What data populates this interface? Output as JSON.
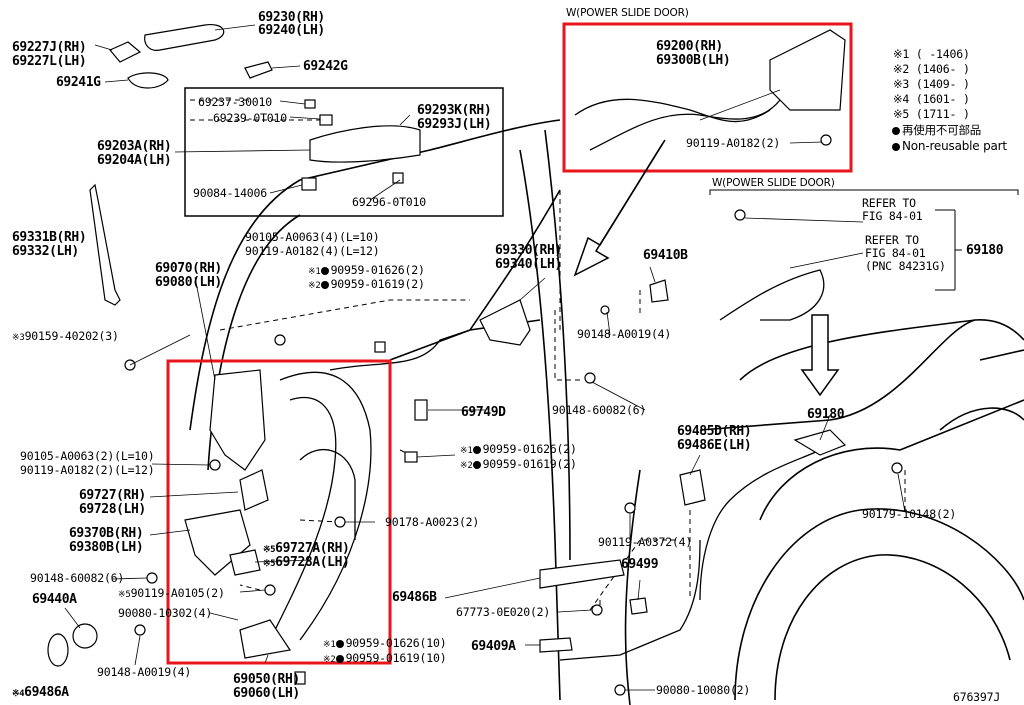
{
  "power_door_header_top": "W(POWER SLIDE DOOR)",
  "power_door_header_right": "W(POWER SLIDE DOOR)",
  "legend": {
    "periods": [
      "※1 (  -1406)",
      "※2 (1406-  )",
      "※3 (1409-  )",
      "※4 (1601-  )",
      "※5 (1711-  )"
    ],
    "jp": "再使用不可部品",
    "en": "Non-reusable part"
  },
  "refer1": [
    "REFER TO",
    "FIG 84-01"
  ],
  "refer2": [
    "REFER TO",
    "FIG 84-01",
    "(PNC 84231G)"
  ],
  "figure_id": "676397J",
  "labels": {
    "p69230": [
      "69230(RH)",
      "69240(LH)"
    ],
    "p69227": [
      "69227J(RH)",
      "69227L(LH)"
    ],
    "p69242": "69242G",
    "p69241": "69241G",
    "p69237": "69237-30010",
    "p69239": "69239-0T010",
    "p69293": [
      "69293K(RH)",
      "69293J(LH)"
    ],
    "p69203": [
      "69203A(RH)",
      "69204A(LH)"
    ],
    "p90084": "90084-14006",
    "p69296": "69296-0T010",
    "p69331": [
      "69331B(RH)",
      "69332(LH)"
    ],
    "p90105top": [
      "90105-A0063(4)(L=10)",
      "90119-A0182(4)(L=12)"
    ],
    "p90959a": [
      "90959-01626(2)",
      "90959-01619(2)"
    ],
    "p69070": [
      "69070(RH)",
      "69080(LH)"
    ],
    "p69330": [
      "69330(RH)",
      "69340(LH)"
    ],
    "p69410": "69410B",
    "p90148a": "90148-A0019(4)",
    "p90159": "90159-40202(3)",
    "p90148b": "90148-60082(6)",
    "p69749": "69749D",
    "p90105left": [
      "90105-A0063(2)(L=10)",
      "90119-A0182(2)(L=12)"
    ],
    "p90959b": [
      "90959-01626(2)",
      "90959-01619(2)"
    ],
    "p69727": [
      "69727(RH)",
      "69728(LH)"
    ],
    "p90178": "90178-A0023(2)",
    "p69370": [
      "69370B(RH)",
      "69380B(LH)"
    ],
    "p69727a": [
      "69727A(RH)",
      "69728A(LH)"
    ],
    "p90148c": "90148-60082(6)",
    "p90119a": "90119-A0105(2)",
    "p69440": "69440A",
    "p90080a": "90080-10302(4)",
    "p90959c": [
      "90959-01626(10)",
      "90959-01619(10)"
    ],
    "p90148d": "90148-A0019(4)",
    "p69050": [
      "69050(RH)",
      "69060(LH)"
    ],
    "p69486A": "69486A",
    "p69200": [
      "69200(RH)",
      "69300B(LH)"
    ],
    "p90119b": "90119-A0182(2)",
    "p69180a": "69180",
    "p69180b": "69180",
    "p69485": [
      "69485D(RH)",
      "69486E(LH)"
    ],
    "p90179": "90179-10148(2)",
    "p90119c": "90119-A0372(4)",
    "p69499": "69499",
    "p69486B": "69486B",
    "p67773": "67773-0E020(2)",
    "p69409": "69409A",
    "p90080b": "90080-10080(2)"
  },
  "marks": {
    "m1": "※1",
    "m2": "※2",
    "m3": "※3",
    "m4": "※4",
    "m5": "※5"
  },
  "colors": {
    "highlight": "#e8151b",
    "ink": "#000000"
  }
}
